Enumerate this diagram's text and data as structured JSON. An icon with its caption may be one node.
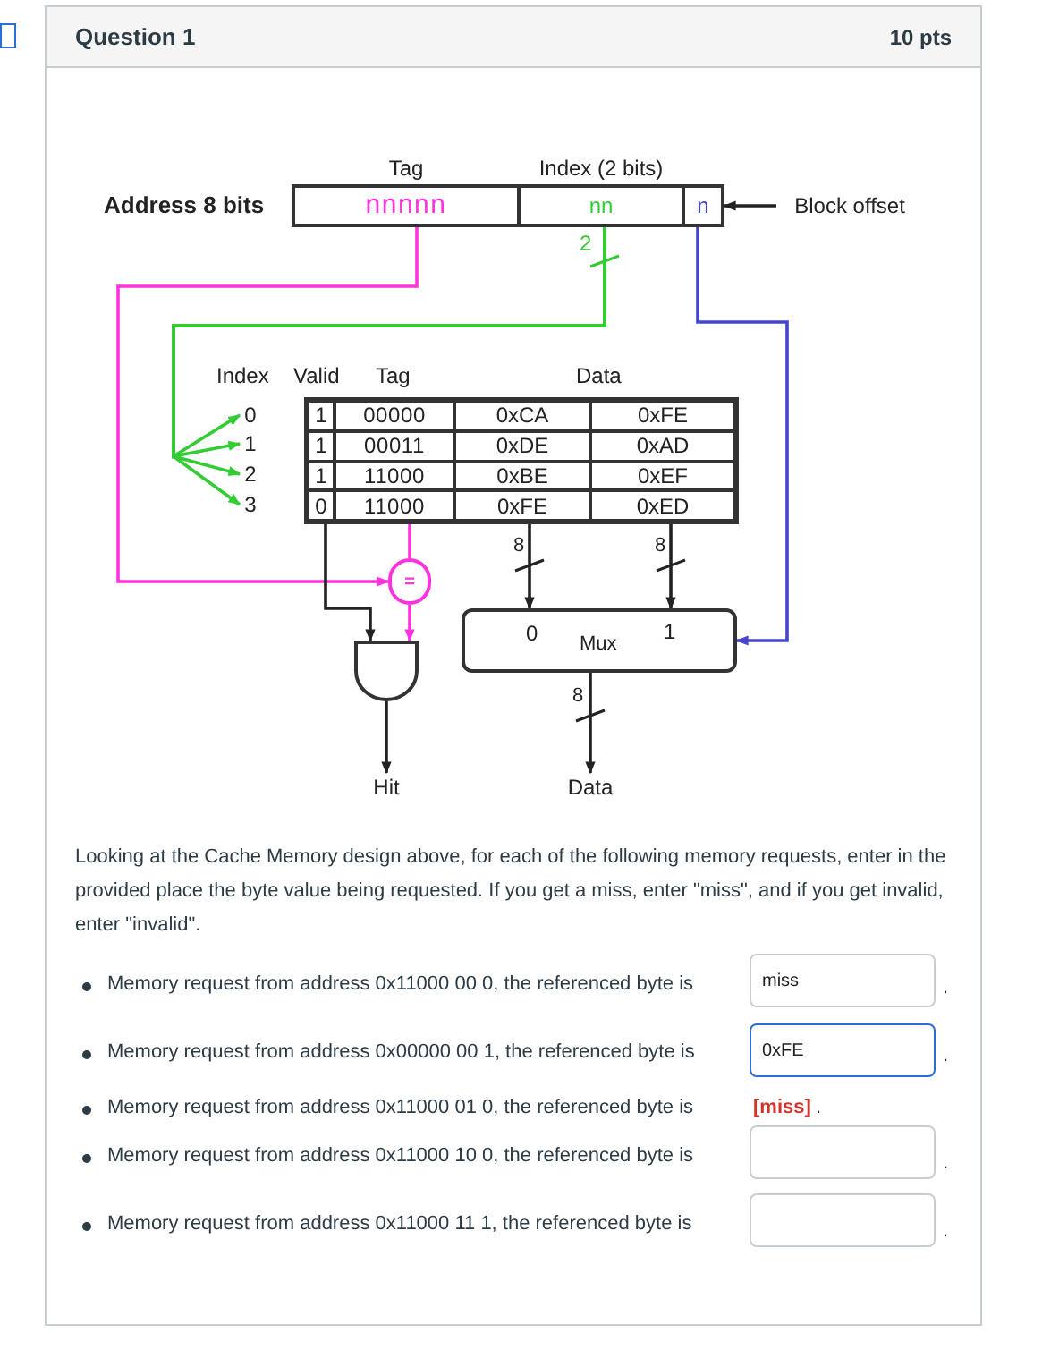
{
  "diagram": {
    "nodes": [
      {
        "text": [
          "Tag",
          "nnnnn"
        ]
      },
      {
        "text": [
          "Index (2 bits)",
          "nn"
        ]
      },
      {
        "text": [
          "n"
        ]
      },
      {
        "text": [
          "Block offset"
        ]
      },
      {
        "text": [
          "0"
        ]
      },
      {
        "text": [
          "1"
        ]
      },
      {
        "text": [
          "2"
        ]
      },
      {
        "text": [
          "3"
        ]
      },
      {
        "text": [],
        "shape": "box"
      },
      {
        "text": [
          "="
        ]
      },
      {
        "text": [],
        "shape": "gate"
      },
      {
        "text": [
          "0",
          "Mux",
          "1"
        ]
      },
      {
        "text": [
          "Hit"
        ]
      },
      {
        "text": [
          "Data"
        ]
      }
    ],
    "edges": [
      {
        "from": 0,
        "to": 9,
        "arrow": "to",
        "color": "#ff33dd"
      },
      {
        "from": 1,
        "to": 4,
        "arrow": "to",
        "color": "#33cc33"
      },
      {
        "from": 1,
        "to": 5,
        "arrow": "to",
        "color": "#33cc33"
      },
      {
        "from": 1,
        "to": 6,
        "arrow": "to",
        "color": "#33cc33"
      },
      {
        "from": 1,
        "to": 7,
        "arrow": "to",
        "color": "#33cc33"
      },
      {
        "from": 2,
        "to": 11,
        "arrow": "to",
        "color": "#4444cc"
      },
      {
        "from": 3,
        "to": 2,
        "arrow": "to"
      },
      {
        "from": 8,
        "to": 10,
        "arrow": "to"
      },
      {
        "from": 8,
        "to": 9,
        "arrow": "none",
        "color": "#ff33dd"
      },
      {
        "from": 9,
        "to": 10,
        "arrow": "to",
        "color": "#ff33dd"
      },
      {
        "from": 8,
        "to": 11,
        "arrow": "to"
      },
      {
        "from": 8,
        "to": 11,
        "arrow": "to"
      },
      {
        "from": 10,
        "to": 12,
        "arrow": "to"
      },
      {
        "from": 11,
        "to": 13,
        "arrow": "to"
      }
    ],
    "labels": [
      "Question 1",
      "10 pts",
      "Address 8 bits",
      "Index",
      "Valid",
      "Tag",
      "Data",
      "1",
      "00000",
      "0xCA",
      "0xFE",
      "1",
      "00011",
      "0xDE",
      "0xAD",
      "1",
      "11000",
      "0xBE",
      "0xEF",
      "0",
      "11000",
      "0xFE",
      "0xED",
      "2",
      "8",
      "8",
      "8",
      "Looking at the Cache Memory design above, for each of the following memory requests, enter in the provided place the byte value being requested. If you get a miss, enter \"miss\", and if you get invalid, enter \"invalid\".",
      "Memory request from address 0x11000 00 0, the referenced byte is",
      "miss",
      ".",
      "Memory request from address 0x00000 00 1, the referenced byte is",
      "0xFE",
      ".",
      "Memory request from address 0x11000 01 0, the referenced byte is",
      "[miss]",
      ".",
      "Memory request from address 0x11000 10 0, the referenced byte is",
      ".",
      "Memory request from address 0x11000 11 1, the referenced byte is",
      "."
    ]
  }
}
